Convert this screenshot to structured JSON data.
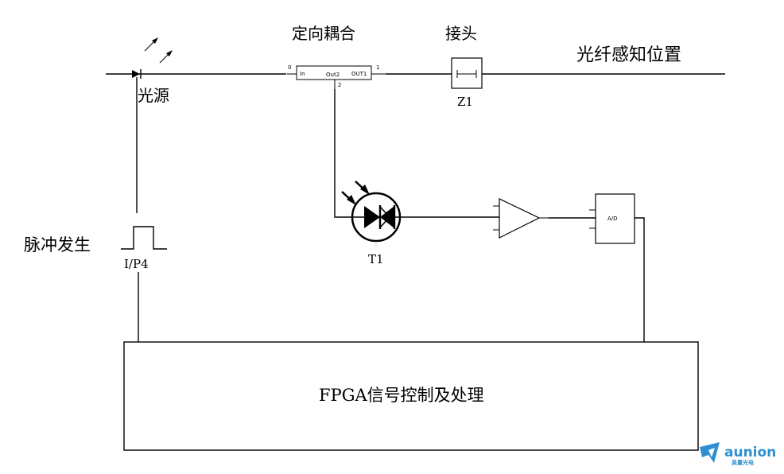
{
  "labels": {
    "coupler": "定向耦合",
    "connector": "接头",
    "fiber_position": "光纤感知位置",
    "light_source": "光源",
    "pulse_gen": "脉冲发生",
    "pulse_ref": "I/P4",
    "connector_ref": "Z1",
    "detector_ref": "T1",
    "fpga": "FPGA信号控制及处理"
  },
  "coupler_ports": {
    "p0": "0",
    "p1": "1",
    "p2": "2",
    "in": "In",
    "out2": "Out2",
    "out1": "OUT1"
  },
  "adc": {
    "label": "A/D"
  },
  "logo": {
    "name": "aunion",
    "subtitle": "昊量光电",
    "color": "#2f8fd0"
  }
}
